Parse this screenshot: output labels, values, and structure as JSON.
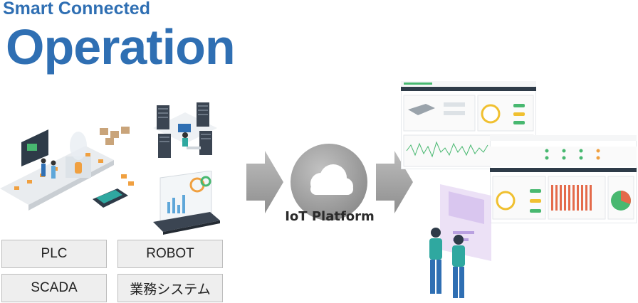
{
  "header": {
    "subtitle": "Smart Connected",
    "title": "Operation"
  },
  "sources": [
    {
      "label": "PLC"
    },
    {
      "label": "ROBOT"
    },
    {
      "label": "SCADA"
    },
    {
      "label": "業務システム"
    }
  ],
  "platform": {
    "label": "IoT Platform"
  },
  "colors": {
    "brand_blue": "#2f6fb3",
    "arrow_gray": "#a0a0a0",
    "cloud_gray": "#9a9a9a",
    "accent_orange": "#f0a040",
    "accent_green": "#48b870",
    "accent_teal": "#2fa8a0"
  },
  "icons": [
    "factory-illustration",
    "server-illustration",
    "laptop-illustration",
    "cloud-icon",
    "arrow-right-icon",
    "dashboard-screen",
    "people-illustration"
  ]
}
